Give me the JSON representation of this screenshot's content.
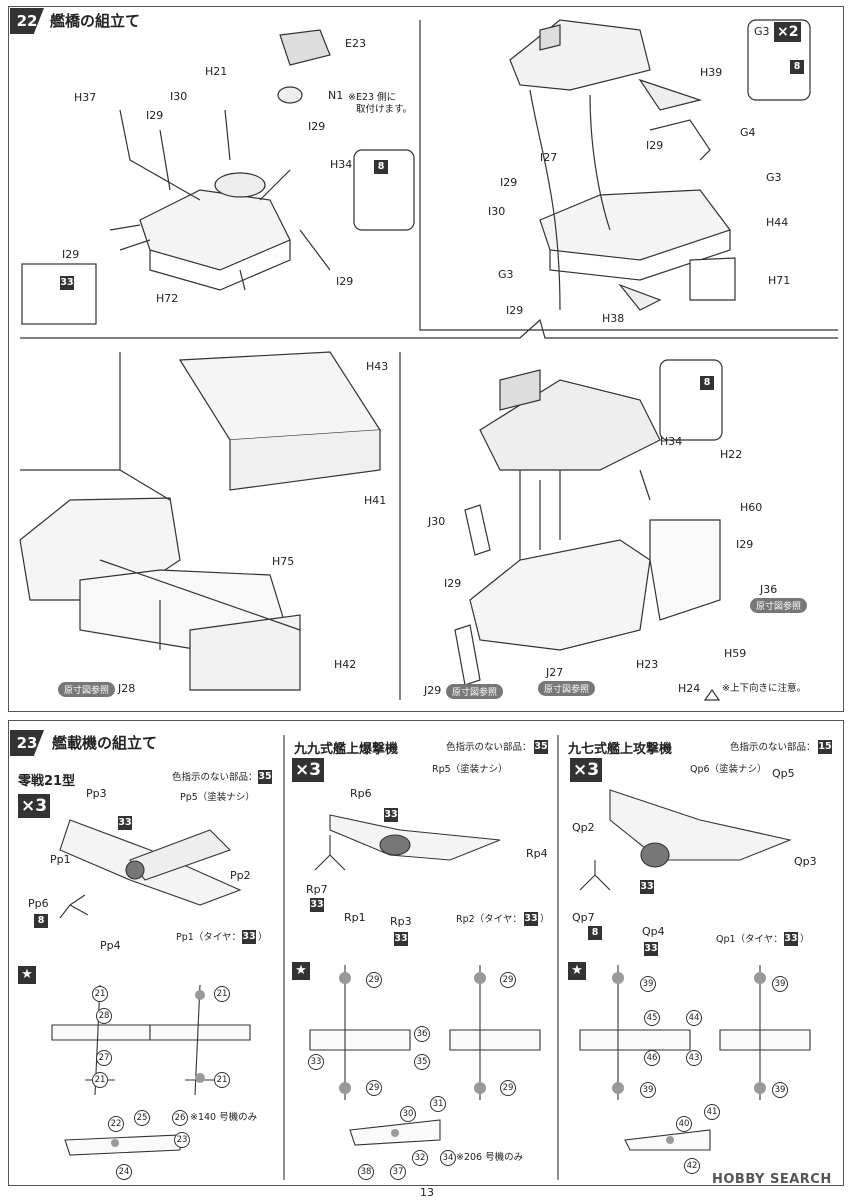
{
  "page_number": "13",
  "watermark": "HOBBY SEARCH",
  "step22": {
    "number": "22",
    "title": "艦橋の組立て",
    "note_e23": "※E23 側に",
    "note_e23b": "取付けます。",
    "tl_labels": {
      "E23": "E23",
      "H21": "H21",
      "H37": "H37",
      "I30": "I30",
      "I29a": "I29",
      "I29b": "I29",
      "N1": "N1",
      "H34": "H34",
      "I29c": "I29",
      "I29d": "I29",
      "H72": "H72"
    },
    "tr_labels": {
      "G3x": "G3",
      "x2": "×2",
      "H39": "H39",
      "G4": "G4",
      "I29": "I29",
      "I27": "I27",
      "I29b": "I29",
      "G3": "G3",
      "I30": "I30",
      "H44": "H44",
      "G3b": "G3",
      "H71": "H71",
      "I29c": "I29",
      "H38": "H38"
    },
    "bl_labels": {
      "H43": "H43",
      "H41": "H41",
      "H75": "H75",
      "H42": "H42",
      "J28": "J28"
    },
    "br_labels": {
      "H34": "H34",
      "H22": "H22",
      "H60": "H60",
      "J30": "J30",
      "I29": "I29",
      "I29b": "I29",
      "J36": "J36",
      "H23": "H23",
      "H59": "H59",
      "J27": "J27",
      "J29": "J29",
      "H24": "H24"
    },
    "color8": "8",
    "color33": "33",
    "ref_tag": "原寸図参照",
    "h24_note": "※上下向きに注意。"
  },
  "step23": {
    "number": "23",
    "title": "艦載機の組立て",
    "zero": {
      "title": "零戦21型",
      "note": "色指示のない部品：",
      "color": "35",
      "mult": "×3",
      "labels": {
        "pp3": "Pp3",
        "pp5": "Pp5（塗装ナシ）",
        "pp1": "Pp1",
        "pp2": "Pp2",
        "pp6": "Pp6",
        "pp4": "Pp4",
        "pp1b": "Pp1（タイヤ：",
        "c33": "33",
        "c8": "8"
      },
      "paren": "）",
      "decals_top": [
        "21",
        "28",
        "27",
        "21"
      ],
      "decals_top2": [
        "21",
        "21"
      ],
      "decals_side": [
        "22",
        "25",
        "26",
        "23",
        "24"
      ],
      "note140": "※140 号機のみ"
    },
    "val": {
      "title": "九九式艦上爆撃機",
      "note": "色指示のない部品：",
      "color": "35",
      "mult": "×3",
      "labels": {
        "rp5": "Rp5（塗装ナシ）",
        "rp6": "Rp6",
        "rp4": "Rp4",
        "rp7": "Rp7",
        "rp1": "Rp1",
        "rp3": "Rp3",
        "rp2": "Rp2（タイヤ：",
        "c33": "33"
      },
      "paren": "）",
      "decals_top": [
        "29",
        "36",
        "33",
        "35",
        "29"
      ],
      "decals_top2": [
        "29",
        "29"
      ],
      "decals_side": [
        "30",
        "31",
        "38",
        "37",
        "32",
        "34"
      ],
      "note206": "※206 号機のみ"
    },
    "kate": {
      "title": "九七式艦上攻撃機",
      "note": "色指示のない部品：",
      "color": "15",
      "mult": "×3",
      "labels": {
        "qp6": "Qp6（塗装ナシ）",
        "qp5": "Qp5",
        "qp2": "Qp2",
        "qp3": "Qp3",
        "qp7": "Qp7",
        "qp4": "Qp4",
        "qp1": "Qp1（タイヤ：",
        "c33": "33",
        "c8": "8"
      },
      "paren": "）",
      "decals_top": [
        "39",
        "45",
        "44",
        "46",
        "43",
        "39"
      ],
      "decals_top2": [
        "39",
        "39"
      ],
      "decals_side": [
        "40",
        "41",
        "42"
      ]
    }
  }
}
